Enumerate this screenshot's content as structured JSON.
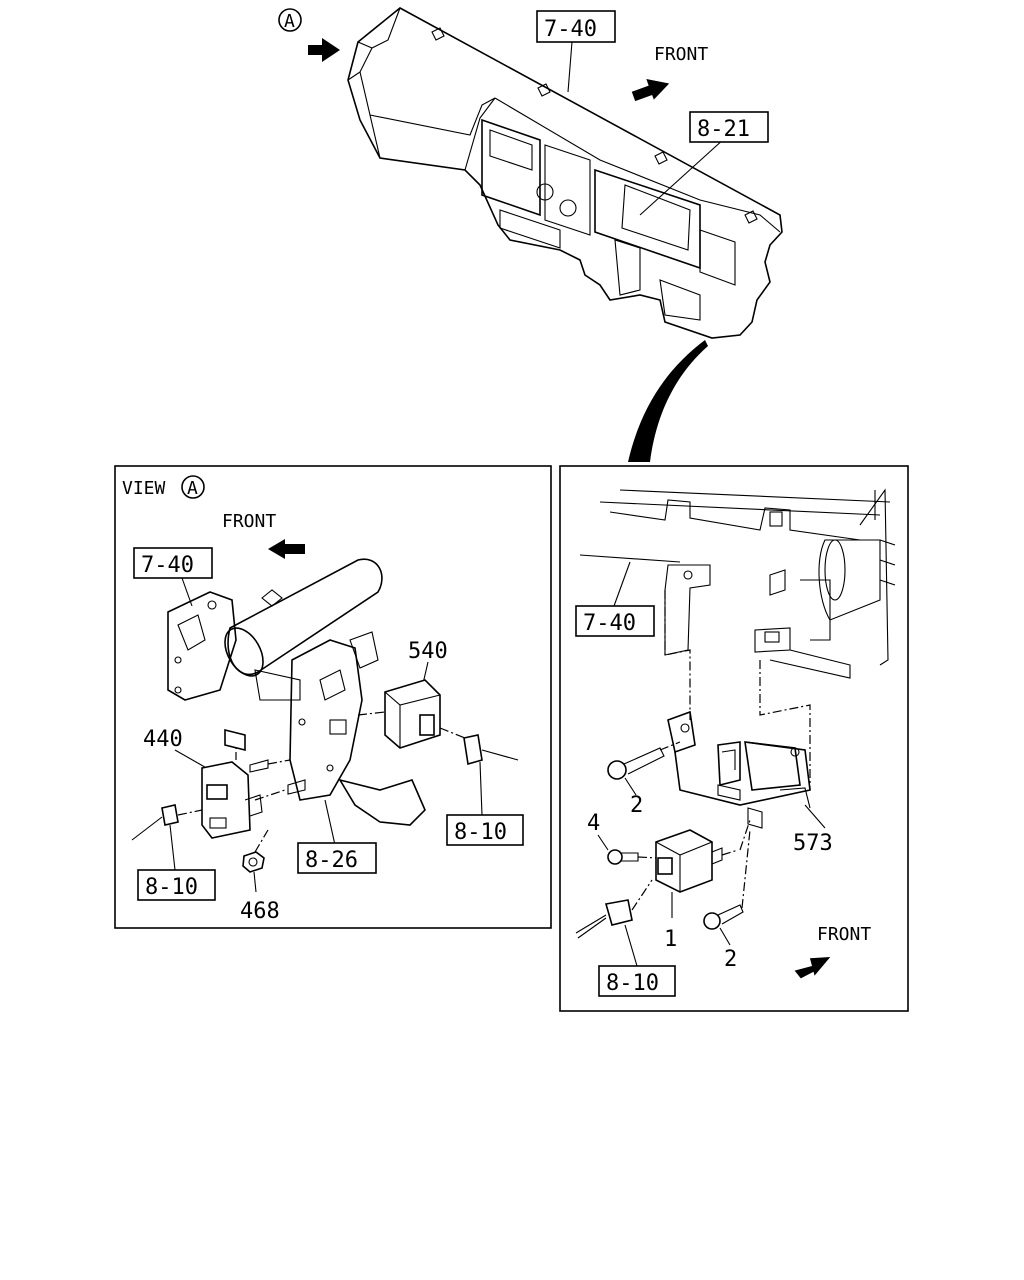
{
  "top": {
    "view_marker": "A",
    "refs": [
      "7-40",
      "8-21"
    ],
    "front_label": "FRONT"
  },
  "left_panel": {
    "title": "VIEW",
    "title_marker": "A",
    "front_label": "FRONT",
    "refs": [
      "7-40",
      "8-10",
      "8-26",
      "8-10"
    ],
    "parts": [
      "540",
      "440",
      "468"
    ]
  },
  "right_panel": {
    "front_label": "FRONT",
    "refs": [
      "7-40",
      "8-10"
    ],
    "parts": [
      "2",
      "4",
      "573",
      "1",
      "2"
    ]
  }
}
